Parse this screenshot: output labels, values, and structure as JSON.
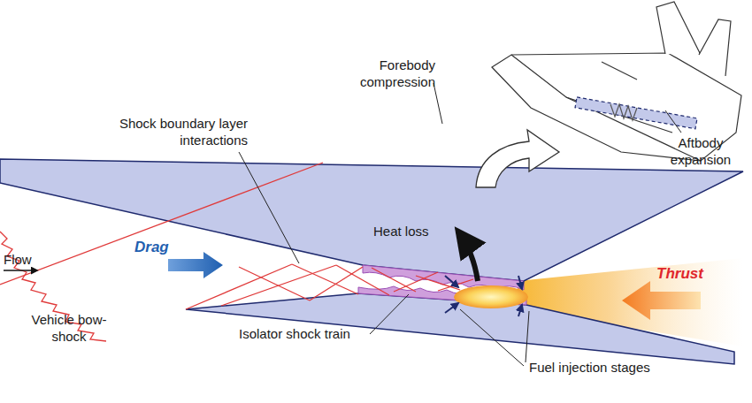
{
  "diagram": {
    "labels": [
      "Forebody compression",
      "Aftbody expansion",
      "Shock boundary layer interactions",
      "Heat loss",
      "Drag",
      "Thrust",
      "Flow",
      "Vehicle bow-shock",
      "Isolator shock train",
      "Fuel injection stages"
    ]
  }
}
